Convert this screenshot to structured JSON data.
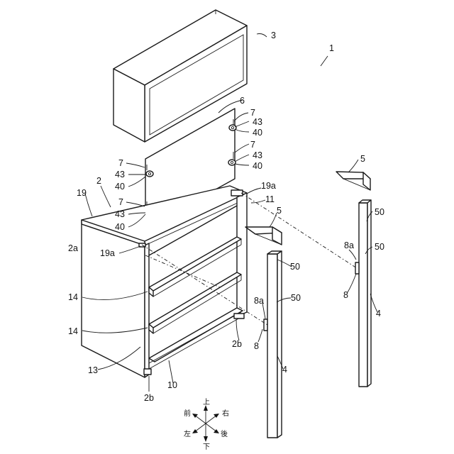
{
  "labels": {
    "assembly": "1",
    "shelf_body": "2",
    "left_side": "2a",
    "foot": "2b",
    "upper_cabinet": "3",
    "post": "4",
    "bracket": "5",
    "panel": "6",
    "fastener": "7",
    "fastener_part": "43",
    "hook": "40",
    "joint": "8",
    "joint_a": "8a",
    "bottom": "10",
    "rear_edge": "11",
    "bottom_board": "13",
    "shelf_board": "14",
    "top_board": "19",
    "top_corner": "19a",
    "post_end": "50"
  },
  "directions": {
    "up": "上",
    "down": "下",
    "front": "前",
    "back": "後",
    "left": "左",
    "right": "右"
  }
}
